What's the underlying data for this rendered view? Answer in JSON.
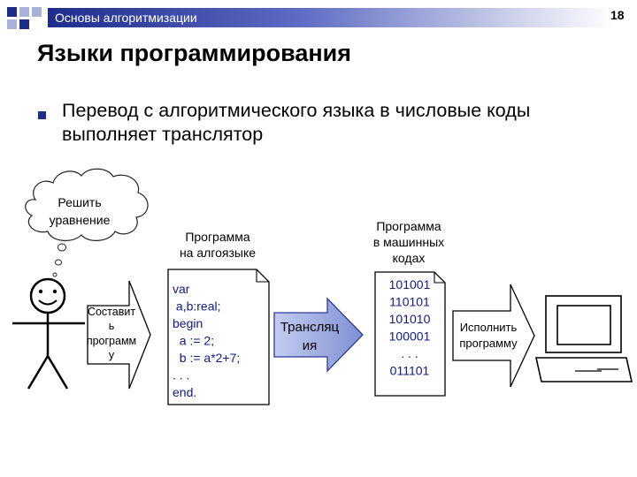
{
  "header": {
    "section": "Основы алгоритмизации",
    "page_number": "18"
  },
  "title": "Языки программирования",
  "bullet": {
    "text": "Перевод с алгоритмического языка в числовые коды выполняет транслятор"
  },
  "diagram": {
    "thought_lines": [
      "Решить",
      "уравнение"
    ],
    "compose_arrow_lines": [
      "Составит",
      "ь",
      "программ",
      "у"
    ],
    "algo_program": {
      "caption_lines": [
        "Программа",
        "на алгоязыке"
      ],
      "code_lines": [
        "var",
        " a,b:real;",
        "begin",
        "  a := 2;",
        "  b := a*2+7;",
        ". . .",
        "end."
      ]
    },
    "translation_arrow_lines": [
      "Трансляц",
      "ия"
    ],
    "machine_program": {
      "caption_lines": [
        "Программа",
        "в машинных",
        "кодах"
      ],
      "code_lines": [
        "101001",
        "110101",
        "101010",
        "100001",
        ". . .",
        "011101"
      ]
    },
    "execute_arrow_lines": [
      "Исполнить",
      "программу"
    ]
  },
  "colors": {
    "accent": "#1e2d8c",
    "square_light": "#a9b1dd",
    "code_text": "#0d1a8a",
    "translation_fill": "#9aa7dc"
  }
}
